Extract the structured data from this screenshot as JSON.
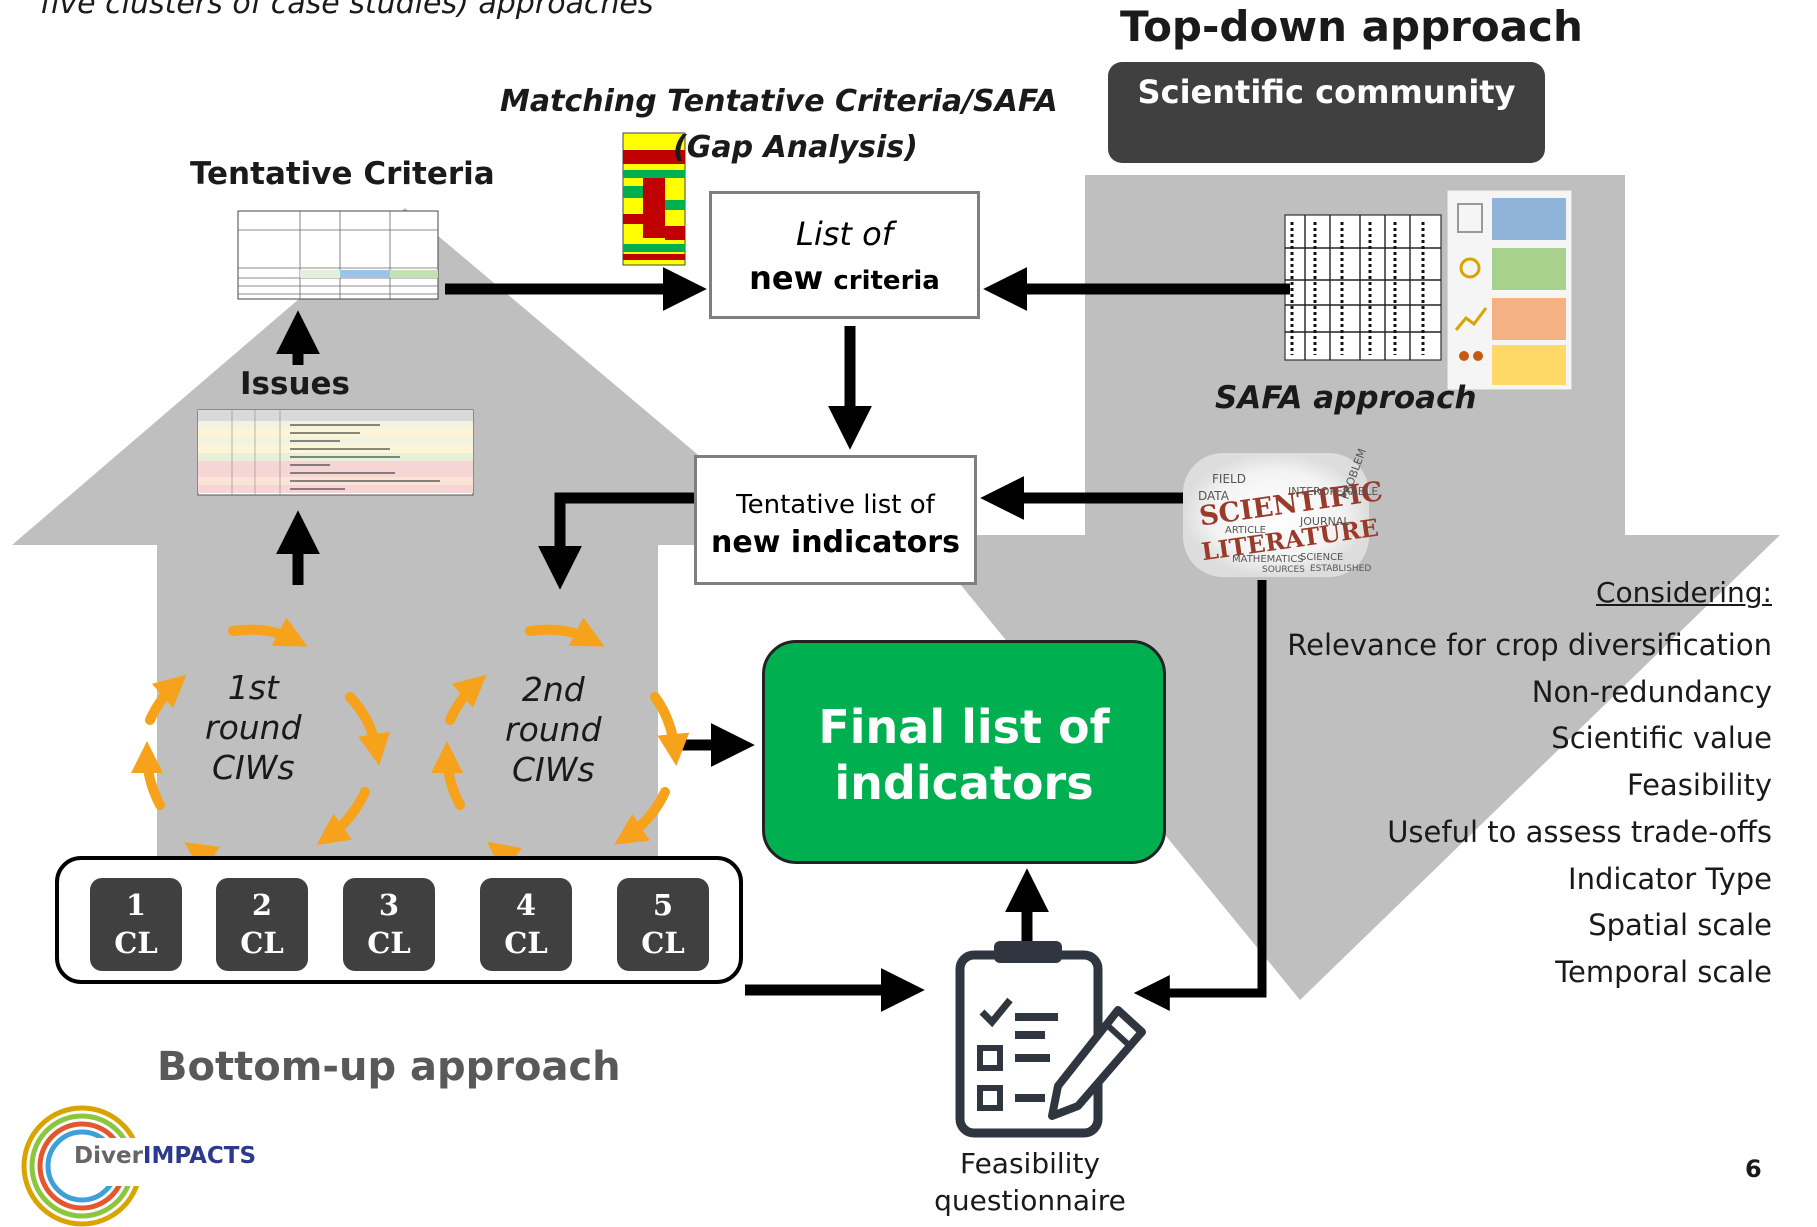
{
  "caption_top": "five clusters of case studies) approaches",
  "top_down": {
    "title": "Top-down approach",
    "scientific_community": "Scientific community",
    "safa_label": "SAFA approach",
    "word_cloud_words": [
      "SCIENTIFIC",
      "LITERATURE",
      "FIELD",
      "INTEROPERABLE",
      "PROBLEM",
      "JOURNAL",
      "ARTICLE",
      "MATHEMATICS",
      "SCIENCE",
      "ESTABLISHED",
      "SOURCES",
      "DATA"
    ]
  },
  "matching": {
    "line1": "Matching Tentative Criteria/SAFA",
    "line2": "(Gap Analysis)"
  },
  "tentative_criteria": "Tentative Criteria",
  "issues": "Issues",
  "list_new_criteria": {
    "line1": "List of",
    "bold": "new",
    "small": "criteria"
  },
  "tentative_indicators": {
    "line1": "Tentative list of",
    "line2": "new indicators"
  },
  "final_list": {
    "line1": "Final list of",
    "line2": "indicators"
  },
  "rounds": [
    {
      "l1": "1st",
      "l2": "round",
      "l3": "CIWs"
    },
    {
      "l1": "2nd",
      "l2": "round",
      "l3": "CIWs"
    }
  ],
  "clusters": [
    {
      "num": "1",
      "label": "CL"
    },
    {
      "num": "2",
      "label": "CL"
    },
    {
      "num": "3",
      "label": "CL"
    },
    {
      "num": "4",
      "label": "CL"
    },
    {
      "num": "5",
      "label": "CL"
    }
  ],
  "bottom_up": "Bottom-up approach",
  "considering": {
    "title": "Considering:",
    "items": [
      "Relevance for crop diversification",
      "Non-redundancy",
      "Scientific value",
      "Feasibility",
      "Useful to assess trade-offs",
      "Indicator Type",
      "Spatial scale",
      "Temporal scale"
    ]
  },
  "feasibility": {
    "line1": "Feasibility",
    "line2": "questionnaire"
  },
  "logo": {
    "prefix": "Diver",
    "suffix": "IMPACTS"
  },
  "page_number": "6",
  "colors": {
    "arrow_grey": "#bfbfbf",
    "final_green": "#00b050",
    "dark_box": "#404040",
    "cycle_orange": "#f7a21b"
  }
}
